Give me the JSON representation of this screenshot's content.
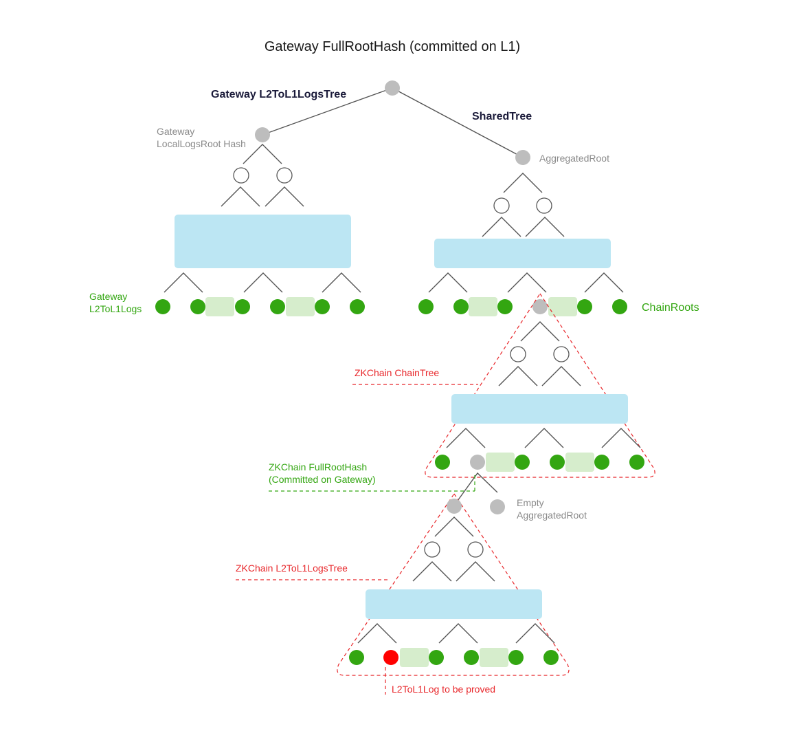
{
  "diagram": {
    "title": "Gateway FullRootHash (committed on L1)",
    "labels": {
      "gateway_logs_tree": "Gateway L2ToL1LogsTree",
      "shared_tree": "SharedTree",
      "gateway_local_root": [
        "Gateway",
        "LocalLogsRoot Hash"
      ],
      "aggregated_root": "AggregatedRoot",
      "gateway_l2_logs": [
        "Gateway",
        "L2ToL1Logs"
      ],
      "chain_roots": "ChainRoots",
      "zkchain_chaintree": "ZKChain ChainTree",
      "zkchain_fullroothash": [
        "ZKChain FullRootHash",
        "(Committed on Gateway)"
      ],
      "empty_aggregated_root": [
        "Empty",
        "AggregatedRoot"
      ],
      "zkchain_logs_tree": "ZKChain L2ToL1LogsTree",
      "log_to_prove": "L2ToL1Log to be proved"
    },
    "colors": {
      "gray_node": "#bdbdbd",
      "green_leaf": "#33a611",
      "red_leaf": "#ff0000",
      "tree_body": "#bce6f3",
      "leaf_gap": "#d6edcc",
      "highlight_dash": "#e8262a",
      "commit_dash": "#33a611"
    }
  }
}
